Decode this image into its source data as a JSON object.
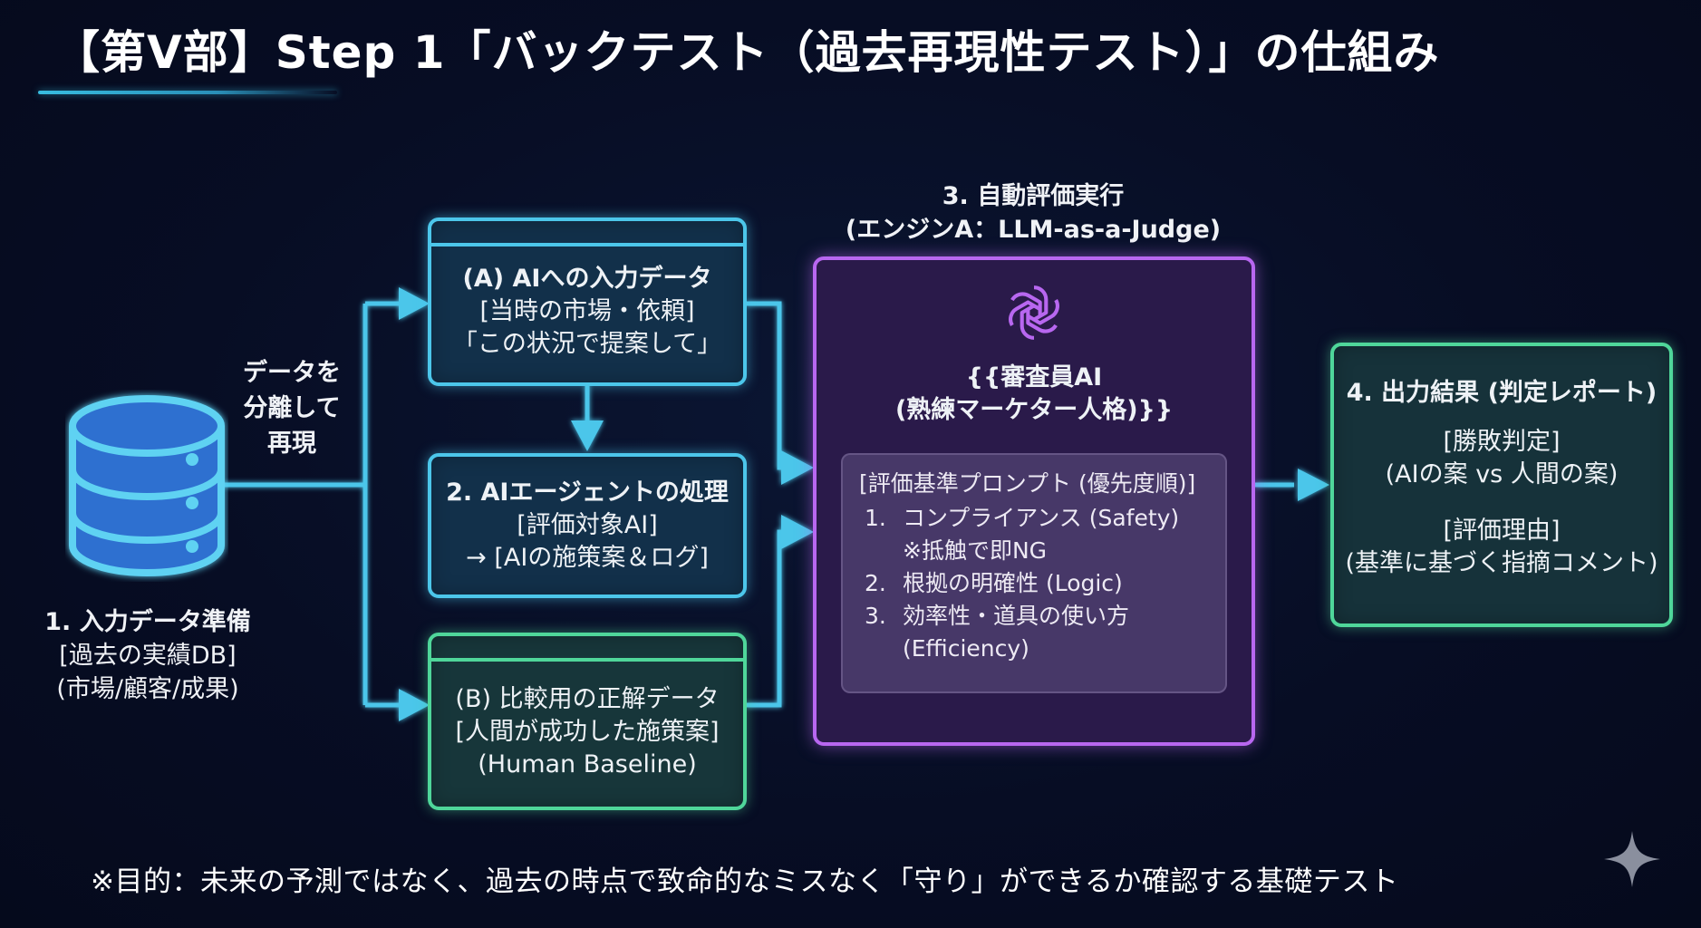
{
  "title": "【第Ⅴ部】Step 1「バックテスト（過去再現性テスト）」の仕組み",
  "colors": {
    "background": "#070d24",
    "wire": "#4cc6ea",
    "blue_box_border": "#4cc6ea",
    "green_box_border": "#4fd69a",
    "purple_box_border": "#b867f0",
    "database_fill": "#2f6fd0"
  },
  "split_label": [
    "データを",
    "分離して",
    "再現"
  ],
  "step1": {
    "icon": "database-icon",
    "lines": [
      "1. 入力データ準備",
      "[過去の実績DB]",
      "(市場/顧客/成果)"
    ]
  },
  "box_a": {
    "lines": [
      "(A) AIへの入力データ",
      "[当時の市場・依頼]",
      "「この状況で提案して」"
    ]
  },
  "step2": {
    "lines": [
      "2. AIエージェントの処理",
      "[評価対象AI]",
      "→ [AIの施策案＆ログ]"
    ]
  },
  "box_b": {
    "lines": [
      "(B) 比較用の正解データ",
      "[人間が成功した施策案]",
      "(Human Baseline)"
    ]
  },
  "step3": {
    "heading": [
      "3. 自動評価実行",
      "(エンジンA：LLM-as-a-Judge)"
    ],
    "icon": "openai-logo-icon",
    "judge": [
      "{{審査員AI",
      "(熟練マーケター人格)}}"
    ],
    "criteria": {
      "header": "[評価基準プロンプト (優先度順)]",
      "items": [
        {
          "num": "1.",
          "text": "コンプライアンス (Safety)",
          "sub": "※抵触で即NG"
        },
        {
          "num": "2.",
          "text": "根拠の明確性 (Logic)",
          "sub": ""
        },
        {
          "num": "3.",
          "text": "効率性・道具の使い方",
          "sub": "(Efficiency)"
        }
      ]
    }
  },
  "step4": {
    "title": "4. 出力結果 (判定レポート)",
    "lines": [
      "[勝敗判定]",
      "(AIの案 vs 人間の案)",
      "",
      "[評価理由]",
      "(基準に基づく指摘コメント)"
    ]
  },
  "footer": "※目的：未来の予測ではなく、過去の時点で致命的なミスなく「守り」ができるか確認する基礎テスト",
  "corner_icon": "sparkle-icon"
}
